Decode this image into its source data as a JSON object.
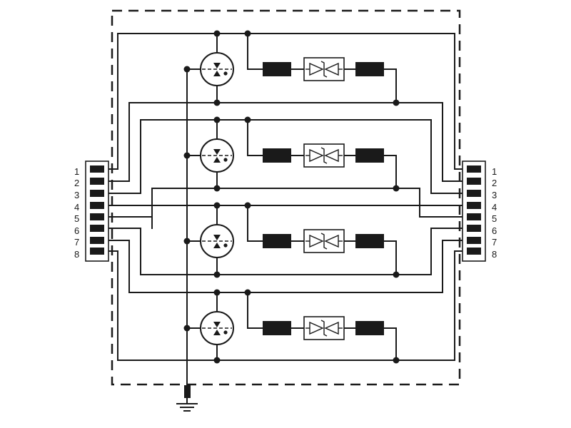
{
  "colors": {
    "line": "#1a1a1a",
    "background": "#ffffff"
  },
  "connectors": {
    "left": {
      "pins": [
        "1",
        "2",
        "3",
        "4",
        "5",
        "6",
        "7",
        "8"
      ]
    },
    "right": {
      "pins": [
        "1",
        "2",
        "3",
        "4",
        "5",
        "6",
        "7",
        "8"
      ]
    }
  },
  "stages": [
    {
      "components": [
        "gas-discharge-tube-icon",
        "inductor-icon",
        "tvs-diode-icon",
        "inductor-icon"
      ]
    },
    {
      "components": [
        "gas-discharge-tube-icon",
        "inductor-icon",
        "tvs-diode-icon",
        "inductor-icon"
      ]
    },
    {
      "components": [
        "gas-discharge-tube-icon",
        "inductor-icon",
        "tvs-diode-icon",
        "inductor-icon"
      ]
    },
    {
      "components": [
        "gas-discharge-tube-icon",
        "inductor-icon",
        "tvs-diode-icon",
        "inductor-icon"
      ]
    }
  ],
  "ground": {
    "icon": "ground-icon"
  }
}
